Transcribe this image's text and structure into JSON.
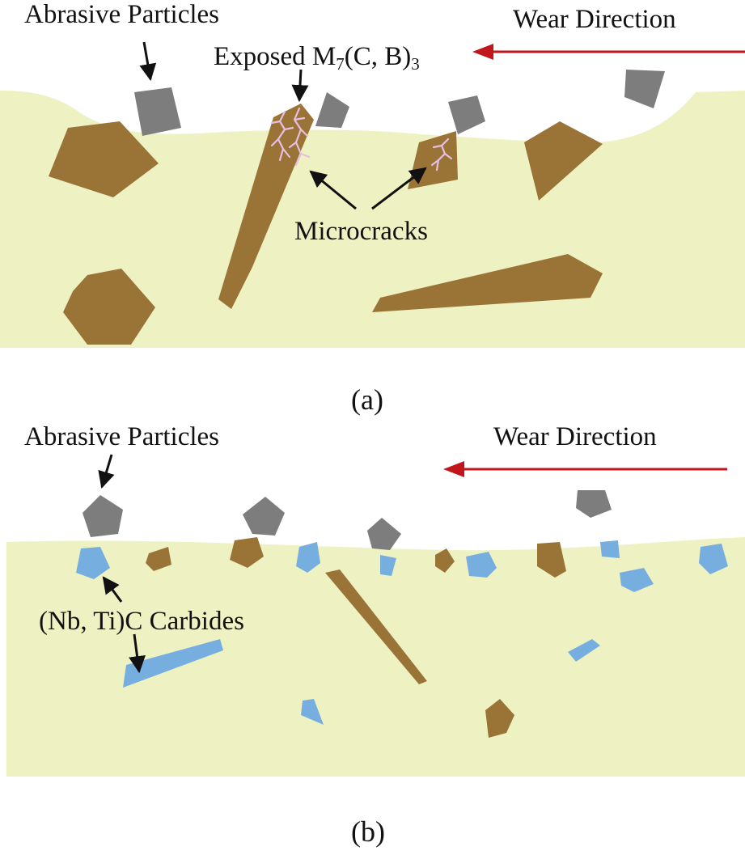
{
  "colors": {
    "matrix": "#eef2c2",
    "boride_carbide_M7CB3": "#9a7337",
    "abrasive_particle": "#7d7d7d",
    "nbti_carbide": "#76aee0",
    "wear_arrow": "#c0161c",
    "label_arrow": "#111111",
    "microcrack": "#e7bfe0"
  },
  "panel_a": {
    "caption": "(a)",
    "abrasive_label": "Abrasive Particles",
    "exposed_label_main": "Exposed M",
    "exposed_label_sub1": "7",
    "exposed_label_mid": "(C, B)",
    "exposed_label_sub2": "3",
    "wear_label": "Wear Direction",
    "microcracks_label": "Microcracks"
  },
  "panel_b": {
    "caption": "(b)",
    "abrasive_label": "Abrasive Particles",
    "wear_label": "Wear Direction",
    "carbides_label": "(Nb, Ti)C Carbides"
  }
}
